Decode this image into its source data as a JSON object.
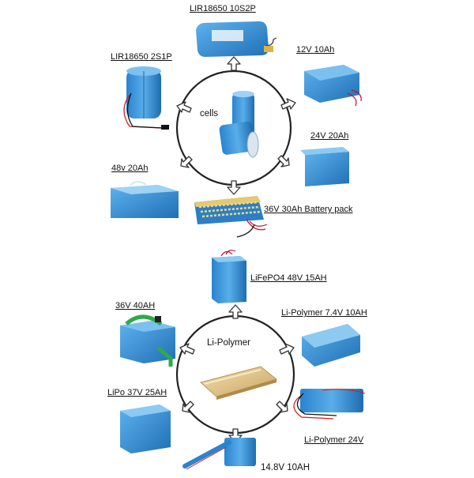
{
  "diagram_1": {
    "center": {
      "label": "cells"
    },
    "products": [
      {
        "label": "LIR18650 10S2P"
      },
      {
        "label": "12V 10Ah"
      },
      {
        "label": "LIR18650 2S1P"
      },
      {
        "label": "24V 20Ah"
      },
      {
        "label": "48v 20Ah"
      },
      {
        "label": "36V 30Ah Battery pack"
      }
    ]
  },
  "diagram_2": {
    "center": {
      "label": "Li-Polymer"
    },
    "products": [
      {
        "label": "LiFePO4 48V 15AH"
      },
      {
        "label": "36V 40AH"
      },
      {
        "label": "Li-Polymer 7.4V 10AH"
      },
      {
        "label": "LiPo 37V 25AH"
      },
      {
        "label": "Li-Polymer 24V"
      },
      {
        "label": "14.8V 10AH"
      }
    ]
  },
  "colors": {
    "battery_blue": "#2f8fd9",
    "battery_dark": "#1f6fb5",
    "circle_stroke": "#222222",
    "pouch_gold": "#e8c98a"
  }
}
